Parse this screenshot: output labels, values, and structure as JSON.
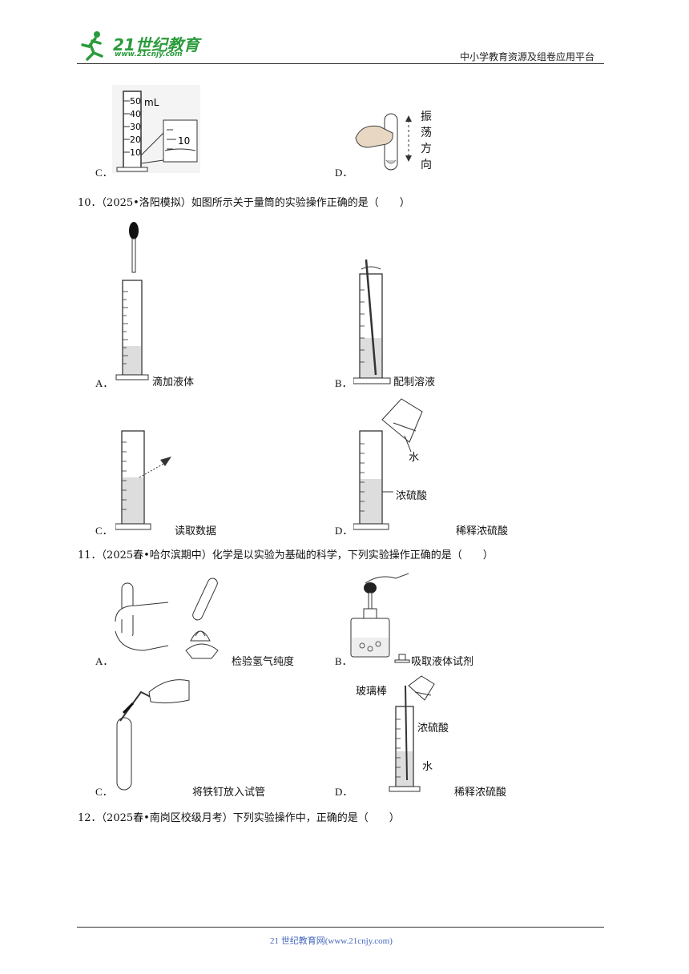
{
  "header": {
    "logo_text": "21世纪教育",
    "logo_url": "www.21cnjy.com",
    "platform": "中小学教育资源及组卷应用平台"
  },
  "q9": {
    "option_c": "C．",
    "option_d": "D．",
    "c_scale": [
      "50",
      "40",
      "30",
      "20",
      "10"
    ],
    "c_unit": "mL",
    "c_zoom": "10",
    "d_note": [
      "振",
      "荡",
      "方",
      "向"
    ]
  },
  "q10": {
    "stem": "10．（2025•洛阳模拟）如图所示关于量筒的实验操作正确的是（　　）",
    "options": [
      {
        "letter": "A．",
        "caption": "滴加液体"
      },
      {
        "letter": "B．",
        "caption": "配制溶液"
      },
      {
        "letter": "C．",
        "caption": "读取数据"
      },
      {
        "letter": "D．",
        "caption": "稀释浓硫酸"
      }
    ],
    "d_labels": {
      "water": "水",
      "acid": "浓硫酸"
    }
  },
  "q11": {
    "stem": "11．（2025春•哈尔滨期中）化学是以实验为基础的科学，下列实验操作正确的是（　　）",
    "options": [
      {
        "letter": "A．",
        "caption": "检验氢气纯度"
      },
      {
        "letter": "B．",
        "caption": "吸取液体试剂"
      },
      {
        "letter": "C．",
        "caption": "将铁钉放入试管"
      },
      {
        "letter": "D．",
        "caption": "稀释浓硫酸"
      }
    ],
    "d_labels": {
      "rod": "玻璃棒",
      "acid": "浓硫酸",
      "water": "水"
    }
  },
  "q12": {
    "stem": "12．（2025春•南岗区校级月考）下列实验操作中，正确的是（　　）"
  },
  "footer": {
    "text": "21 世纪教育网(www.21cnjy.com)"
  }
}
